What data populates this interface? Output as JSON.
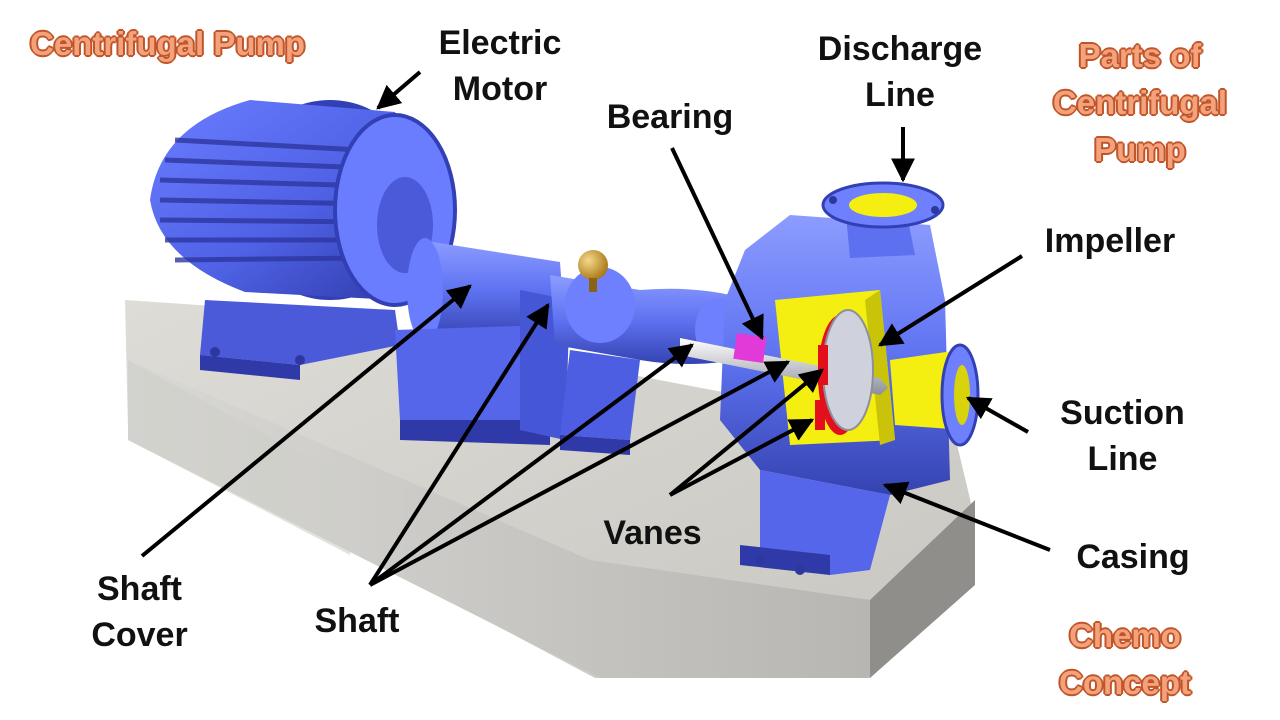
{
  "titles": {
    "top_left": "Centrifugal Pump",
    "top_right": [
      "Parts of",
      "Centrifugal",
      "Pump"
    ],
    "bottom_right": [
      "Chemo",
      "Concept"
    ]
  },
  "labels": {
    "electric_motor": [
      "Electric",
      "Motor"
    ],
    "bearing": "Bearing",
    "discharge_line": [
      "Discharge",
      "Line"
    ],
    "impeller": "Impeller",
    "suction_line": [
      "Suction",
      "Line"
    ],
    "casing": "Casing",
    "vanes": "Vanes",
    "shaft": "Shaft",
    "shaft_cover": [
      "Shaft",
      "Cover"
    ]
  },
  "colors": {
    "pump_body": "#5f73f2",
    "pump_shadow": "#3a47b8",
    "pump_light": "#8fa0ff",
    "inlet_yellow": "#f4ef10",
    "bearing_magenta": "#e23ad8",
    "vane_red": "#e3101b",
    "concrete": "#c9c9c6",
    "title_orange": "#f4a27c"
  }
}
